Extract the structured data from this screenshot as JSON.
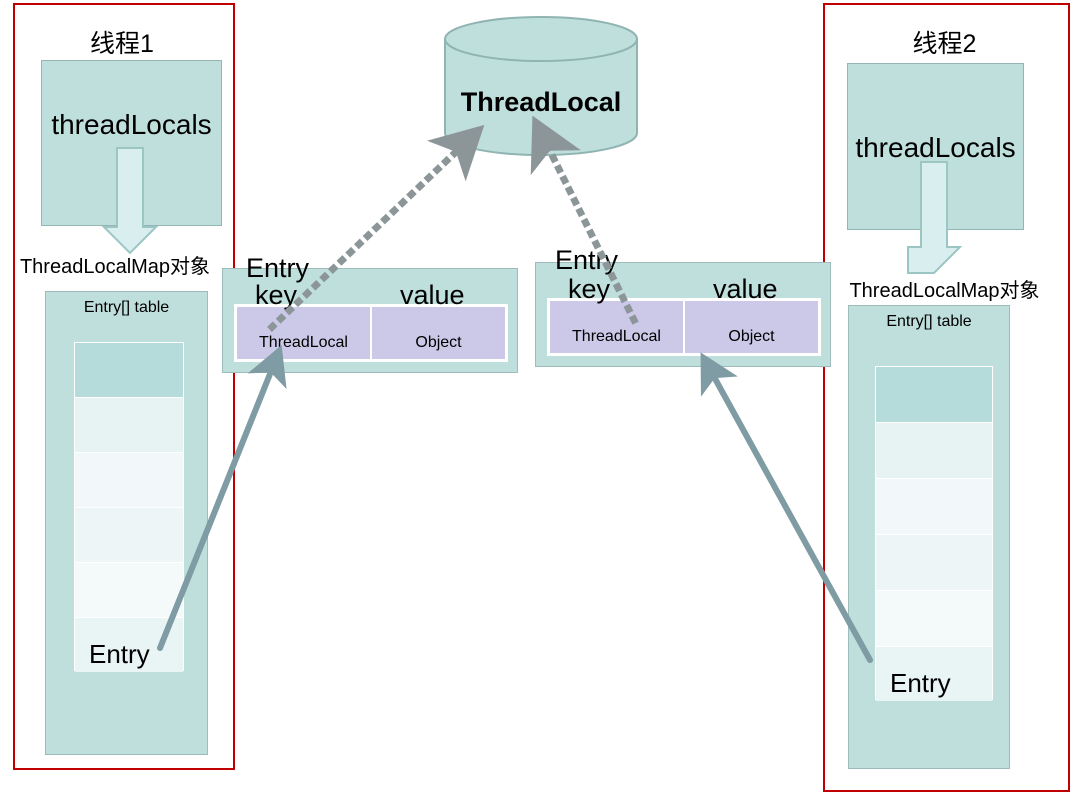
{
  "diagram": {
    "title": "ThreadLocal / ThreadLocalMap structure",
    "colors": {
      "teal_fill": "#bfdfdc",
      "teal_stroke": "#93b5b3",
      "purple_fill": "#ccc9e8",
      "frame_red": "#c00000",
      "arrow_solid": "#7f9ba3",
      "arrow_dotted": "#8c9699",
      "cell_dark": "#b6dbdb",
      "cell_light": "#eef7f7"
    }
  },
  "shared_object": {
    "name": "threadlocal-cylinder",
    "label": "ThreadLocal"
  },
  "threads": [
    {
      "id": "thread-1",
      "title": "线程1",
      "thread_locals_label": "threadLocals",
      "map_caption": "ThreadLocalMap对象",
      "table_title": "Entry[] table",
      "cells": [
        "",
        "",
        "",
        "",
        "",
        "Entry"
      ],
      "occupied_cell_index": 5,
      "occupied_cell_label": "Entry"
    },
    {
      "id": "thread-2",
      "title": "线程2",
      "thread_locals_label": "threadLocals",
      "map_caption": "ThreadLocalMap对象",
      "table_title": "Entry[] table",
      "cells": [
        "",
        "",
        "",
        "",
        "",
        "Entry"
      ],
      "occupied_cell_index": 5,
      "occupied_cell_label": "Entry"
    }
  ],
  "entries": [
    {
      "id": "entry-1",
      "title": "Entry",
      "key_head": "key",
      "key_type": "ThreadLocal",
      "value_head": "value",
      "value_type": "Object"
    },
    {
      "id": "entry-2",
      "title": "Entry",
      "key_head": "key",
      "key_type": "ThreadLocal",
      "value_head": "value",
      "value_type": "Object"
    }
  ]
}
